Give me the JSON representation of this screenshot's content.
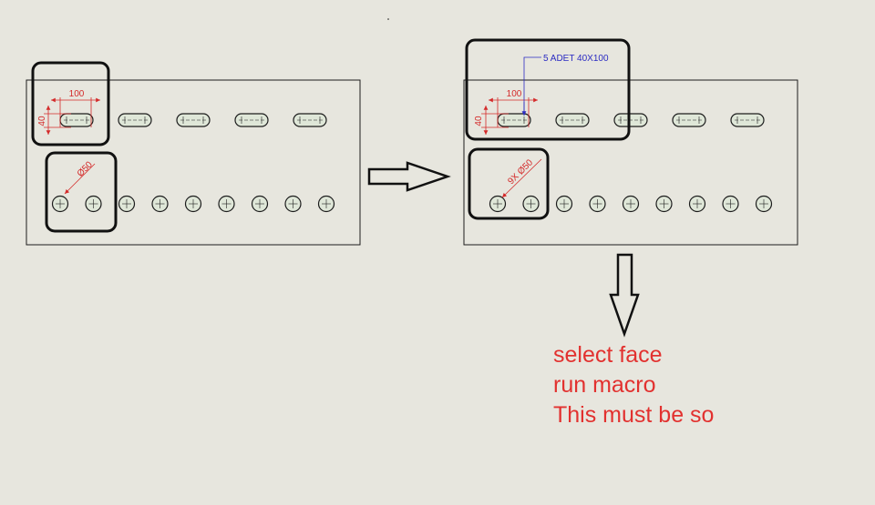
{
  "colors": {
    "background": "#e7e6de",
    "outline": "#1c1c1c",
    "dimension": "#d42a2a",
    "annotation": "#2b2bc2",
    "hole_fill": "#dfe7d8",
    "note_text": "#e2312f"
  },
  "left_view": {
    "slot_width_dim": "100",
    "slot_height_dim": "40",
    "hole_diameter_dim": "Ø50",
    "slot_count": 5,
    "hole_count": 9
  },
  "arrow_right_icon": "arrow-right-outline",
  "right_view": {
    "slot_width_dim": "100",
    "slot_height_dim": "40",
    "hole_diameter_dim": "9X Ø50",
    "callout": "5 ADET 40X100",
    "slot_count": 5,
    "hole_count": 9
  },
  "arrow_down_icon": "arrow-down-outline",
  "notes": [
    "select face",
    "run macro",
    "This must be so"
  ]
}
